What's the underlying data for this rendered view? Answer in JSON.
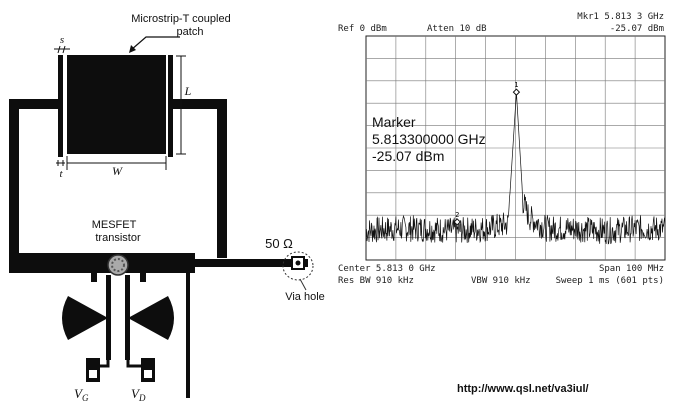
{
  "schematic": {
    "patch_label_line1": "Microstrip-T coupled",
    "patch_label_line2": "patch",
    "dim_s": "s",
    "dim_L": "L",
    "dim_t": "t",
    "dim_W": "W",
    "transistor_label_line1": "MESFET",
    "transistor_label_line2": "transistor",
    "impedance_label": "50 Ω",
    "via_label": "Via hole",
    "vg_main": "V",
    "vg_sub": "G",
    "vd_main": "V",
    "vd_sub": "D"
  },
  "analyzer": {
    "mkr_readout_line1": "Mkr1  5.813 3 GHz",
    "mkr_readout_line2": "-25.07 dBm",
    "ref_level": "Ref 0 dBm",
    "attenuation": "Atten 10 dB",
    "marker_title": "Marker",
    "marker_freq": "5.813300000 GHz",
    "marker_level": "-25.07 dBm",
    "marker1_tag": "1",
    "marker2_tag": "2",
    "center_freq": "Center 5.813 0 GHz",
    "span": "Span 100 MHz",
    "res_bw": "Res BW 910 kHz",
    "vbw": "VBW 910 kHz",
    "sweep": "Sweep 1 ms (601 pts)"
  },
  "chart_data": {
    "type": "line",
    "title": "",
    "xlabel": "",
    "ylabel": "",
    "x_center_GHz": 5.813,
    "x_span_MHz": 100,
    "xlim_GHz": [
      5.763,
      5.863
    ],
    "ylim_dBm": [
      -100,
      0
    ],
    "grid": true,
    "series": [
      {
        "x_GHz": [
          5.763,
          5.773,
          5.783,
          5.793,
          5.803,
          5.8105,
          5.8125,
          5.8133,
          5.8141,
          5.8155,
          5.8175,
          5.8235,
          5.833,
          5.843,
          5.853,
          5.863
        ],
        "y_dBm": [
          -87,
          -86,
          -86,
          -87,
          -86,
          -84,
          -42,
          -25.07,
          -43,
          -74,
          -81,
          -86,
          -86,
          -87,
          -86,
          -86
        ]
      }
    ],
    "markers": [
      {
        "label": "1",
        "x_GHz": 5.8133,
        "y_dBm": -25.07
      },
      {
        "label": "2",
        "x_GHz": 5.7935,
        "y_dBm": -83
      }
    ]
  },
  "footer": {
    "url": "http://www.qsl.net/va3iul/"
  }
}
